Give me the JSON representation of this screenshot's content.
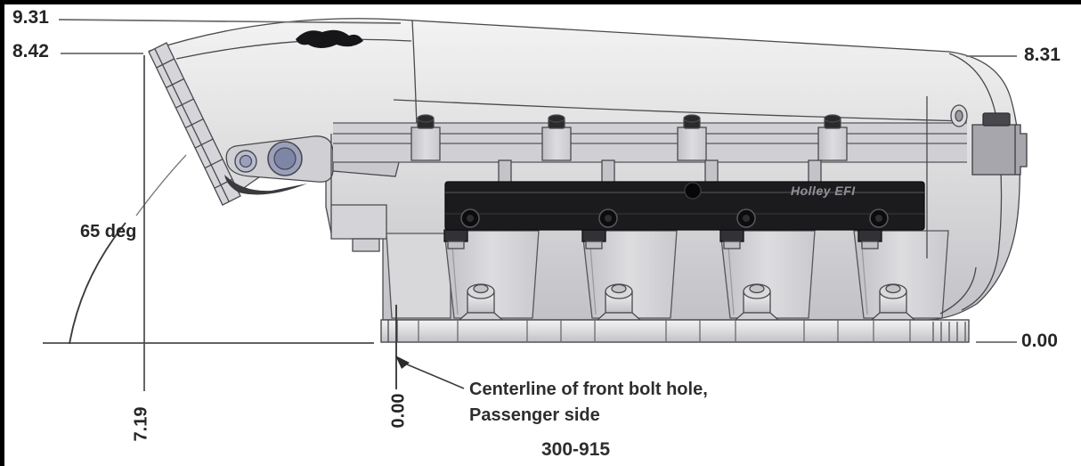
{
  "meta": {
    "type": "technical dimension drawing, intake manifold side view",
    "background": "#ffffff",
    "letterbox_color": "#000000"
  },
  "drawing": {
    "part_number": "300-915",
    "brand_label": "Holley EFI",
    "note": {
      "line1": "Centerline of front bolt hole,",
      "line2": "Passenger side"
    },
    "dimensions": {
      "peak_height": "9.31",
      "throttle_flange_height": "8.42",
      "rear_height": "8.31",
      "base_reference": "0.00",
      "throttle_angle": "65 deg",
      "throttle_offset": "7.19",
      "centerline_reference": "0.00"
    },
    "colors": {
      "outline": "#4a4a4e",
      "body_light": "#f3f3f4",
      "body_dark": "#c2c2c7",
      "fuel_rail": "#1b1b1d",
      "dimension_text": "#262626",
      "dimension_line": "#6b6b6b"
    }
  }
}
